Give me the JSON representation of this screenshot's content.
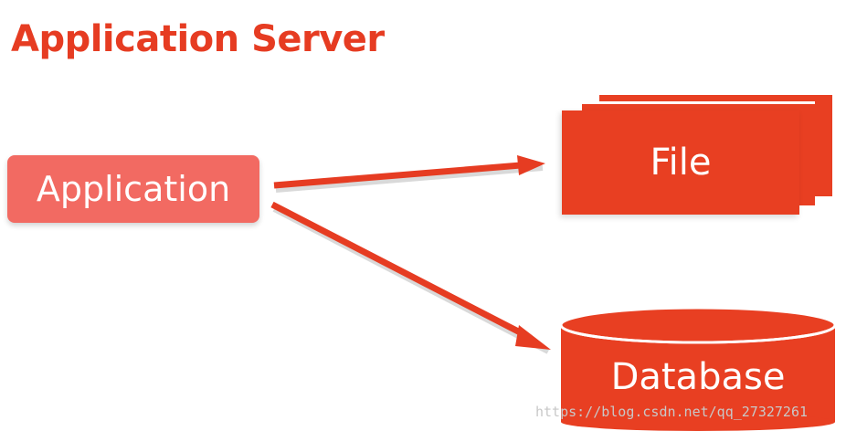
{
  "title": "Application Server",
  "nodes": {
    "application": "Application",
    "file": "File",
    "database": "Database"
  },
  "watermark": "https://blog.csdn.net/qq_27327261",
  "colors": {
    "title": "#e63c22",
    "application_box": "#f26a62",
    "storage": "#e83f22",
    "arrow": "#e63c22"
  }
}
